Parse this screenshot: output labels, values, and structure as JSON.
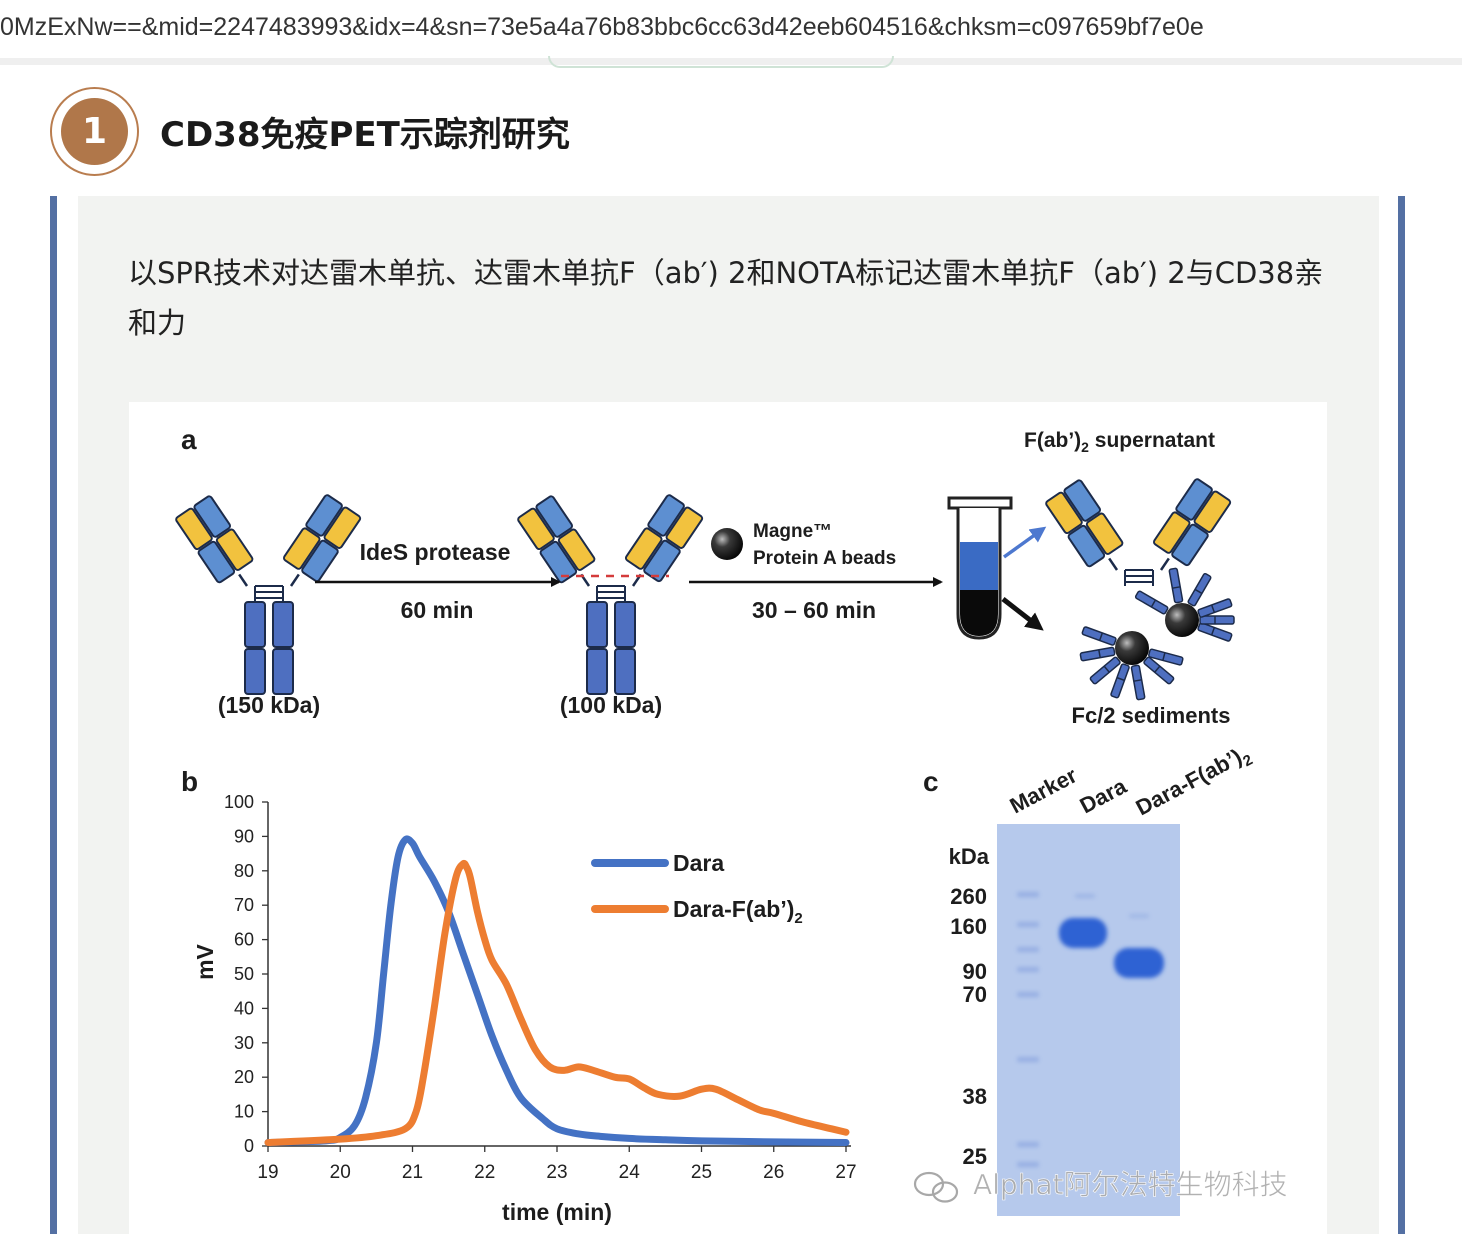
{
  "url_bar": {
    "text": "0MzExNw==&mid=2247483993&idx=4&sn=73e5a4a76b83bbc6cc63d42eeb604516&chksm=c097659bf7e0e"
  },
  "section": {
    "number": "1",
    "title": "CD38免疫PET示踪剂研究"
  },
  "card": {
    "text": "以SPR技术对达雷木单抗、达雷木单抗F（ab′) 2和NOTA标记达雷木单抗F（ab′) 2与CD38亲和力"
  },
  "figure": {
    "panel_a": {
      "label": "a",
      "full_mass": "(150 kDa)",
      "step1_label": "IdeS protease",
      "step1_time": "60 min",
      "cleaved_mass": "(100 kDa)",
      "beads_line1": "Magne™",
      "beads_line2": "Protein A beads",
      "step2_time": "30 – 60 min",
      "supernatant_label": "F(ab’)",
      "supernatant_sub": "2",
      "supernatant_suffix": " supernatant",
      "sediment_label": "Fc/2 sediments",
      "colors": {
        "heavy": "#4e6fc0",
        "light_yellow": "#f2c23e",
        "light_blue": "#5d8fd1",
        "stroke": "#1c2b4a",
        "liquid": "#3a6bc4"
      }
    },
    "panel_b": {
      "label": "b"
    },
    "panel_c": {
      "label": "c",
      "lane_labels": [
        "Marker",
        "Dara",
        "Dara-F(ab’)"
      ],
      "lane3_sub": "2",
      "unit": "kDa",
      "markers": [
        "260",
        "160",
        "90",
        "70",
        "38",
        "25"
      ],
      "gel_color": "#b6c9ec",
      "band_color": "#2f62d3"
    },
    "watermark": "Alphat阿尔法特生物科技"
  },
  "chart_data": {
    "type": "line",
    "title": "",
    "xlabel": "time (min)",
    "ylabel": "mV",
    "xlim": [
      19,
      27
    ],
    "ylim": [
      0,
      100
    ],
    "xticks": [
      19,
      20,
      21,
      22,
      23,
      24,
      25,
      26,
      27
    ],
    "yticks": [
      0,
      10,
      20,
      30,
      40,
      50,
      60,
      70,
      80,
      90,
      100
    ],
    "grid": false,
    "legend": "top-right",
    "series": [
      {
        "name": "Dara",
        "color": "#4472c4",
        "x": [
          19,
          19.8,
          20.0,
          20.2,
          20.35,
          20.5,
          20.6,
          20.7,
          20.8,
          20.9,
          21.0,
          21.1,
          21.3,
          21.5,
          21.7,
          21.9,
          22.1,
          22.3,
          22.5,
          22.8,
          23.0,
          23.3,
          23.6,
          24.0,
          24.5,
          25,
          26,
          27
        ],
        "y": [
          1,
          1.5,
          2.5,
          6,
          14,
          30,
          50,
          70,
          84,
          89,
          88,
          84,
          77,
          68,
          56,
          44,
          32,
          22,
          14,
          8,
          5,
          3.5,
          2.8,
          2.2,
          1.8,
          1.5,
          1.2,
          1
        ]
      },
      {
        "name": "Dara-F(ab’)",
        "name_sub": "2",
        "color": "#ed7d31",
        "x": [
          19,
          20.0,
          20.5,
          20.9,
          21.05,
          21.15,
          21.3,
          21.45,
          21.6,
          21.7,
          21.75,
          21.8,
          21.9,
          22.0,
          22.1,
          22.3,
          22.5,
          22.7,
          22.9,
          23.1,
          23.3,
          23.5,
          23.8,
          24.0,
          24.2,
          24.4,
          24.7,
          25.0,
          25.2,
          25.5,
          25.8,
          26.0,
          26.4,
          26.8,
          27.0
        ],
        "y": [
          1,
          2,
          3,
          5,
          10,
          20,
          40,
          62,
          78,
          82,
          81,
          78,
          68,
          60,
          54,
          47,
          37,
          28,
          23,
          22,
          23,
          22,
          20,
          19.5,
          17,
          15,
          14.5,
          16.5,
          16.5,
          13.5,
          10.5,
          9.5,
          7,
          5,
          4
        ]
      }
    ]
  }
}
